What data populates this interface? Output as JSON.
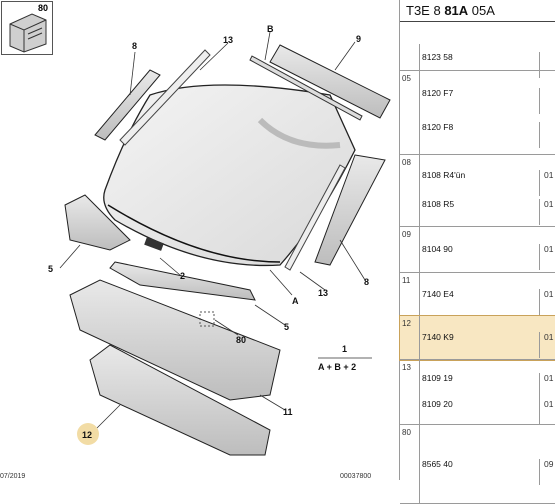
{
  "header": {
    "prefix": "T3E 8",
    "bold": "81A",
    "suffix": "05A"
  },
  "thumbnail": {
    "number": "80"
  },
  "callouts": {
    "c8a": "8",
    "c13a": "13",
    "cB": "B",
    "c9": "9",
    "c5a": "5",
    "c2": "2",
    "cA": "A",
    "c13b": "13",
    "c8b": "8",
    "c80": "80",
    "c5b": "5",
    "c11": "11",
    "c12": "12",
    "c1": "1"
  },
  "formula": "A + B + 2",
  "footer": {
    "left": "07/2019",
    "right": "00037800"
  },
  "rows": [
    {
      "group": "",
      "items": [
        {
          "ref": "8123 58",
          "qty": ""
        }
      ]
    },
    {
      "group": "05",
      "items": [
        {
          "ref": "8120 F7",
          "qty": ""
        },
        {
          "ref": "8120 F8",
          "qty": ""
        }
      ]
    },
    {
      "group": "08",
      "items": [
        {
          "ref": "8108 R4'ün",
          "qty": "01"
        },
        {
          "ref": "8108 R5",
          "qty": "01"
        }
      ]
    },
    {
      "group": "09",
      "items": [
        {
          "ref": "8104 90",
          "qty": "01"
        }
      ]
    },
    {
      "group": "11",
      "items": [
        {
          "ref": "7140 E4",
          "qty": "01"
        }
      ]
    },
    {
      "group": "12",
      "items": [
        {
          "ref": "7140 K9",
          "qty": "01"
        }
      ],
      "highlight": true
    },
    {
      "group": "13",
      "items": [
        {
          "ref": "8109 19",
          "qty": "01"
        },
        {
          "ref": "8109 20",
          "qty": "01"
        }
      ]
    },
    {
      "group": "80",
      "items": [
        {
          "ref": "8565 40",
          "qty": "09"
        }
      ]
    }
  ],
  "colors": {
    "highlight": "#f8e7c2",
    "callout_badge": "#f2dca5"
  }
}
